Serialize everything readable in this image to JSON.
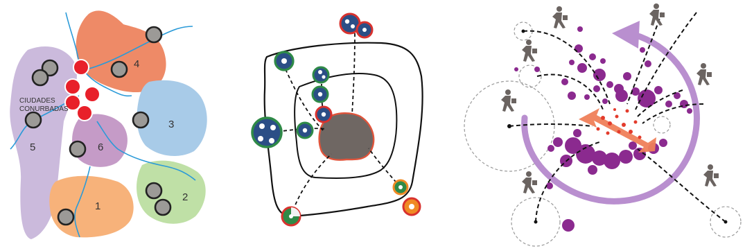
{
  "panel_1": {
    "label": "CIUDADES CONURBADAS",
    "label_line_1": "CIUDADES",
    "label_line_2": "CONURBADAS",
    "regions": [
      {
        "number": "1",
        "color": "#f7b27a"
      },
      {
        "number": "2",
        "color": "#bfe0a6"
      },
      {
        "number": "3",
        "color": "#a8cbe8"
      },
      {
        "number": "4",
        "color": "#ee8a67"
      },
      {
        "number": "5",
        "color": "#cbbadc"
      },
      {
        "number": "6",
        "color": "#c59bc7"
      }
    ],
    "colors": {
      "river": "#2a9ad8",
      "node_fill": "#9c9a97",
      "hub": "#e8202a"
    }
  },
  "panel_2": {
    "colors": {
      "core_fill": "#6f6763",
      "core_edge": "#e0543b",
      "node_blue": "#2b4e86",
      "ring_green": "#2f8a47",
      "ring_red": "#d8322e",
      "ring_orange": "#f08a24"
    }
  },
  "panel_3": {
    "colors": {
      "cycle_arrow": "#b98fcf",
      "dots": "#8b2a8f",
      "center_arrow": "#ef7f5a",
      "center_dots": "#e33b2c",
      "figure": "#6b6461",
      "flow": "#111111"
    },
    "icons": [
      "walking-person-icon",
      "cycle-arrow-icon"
    ]
  }
}
